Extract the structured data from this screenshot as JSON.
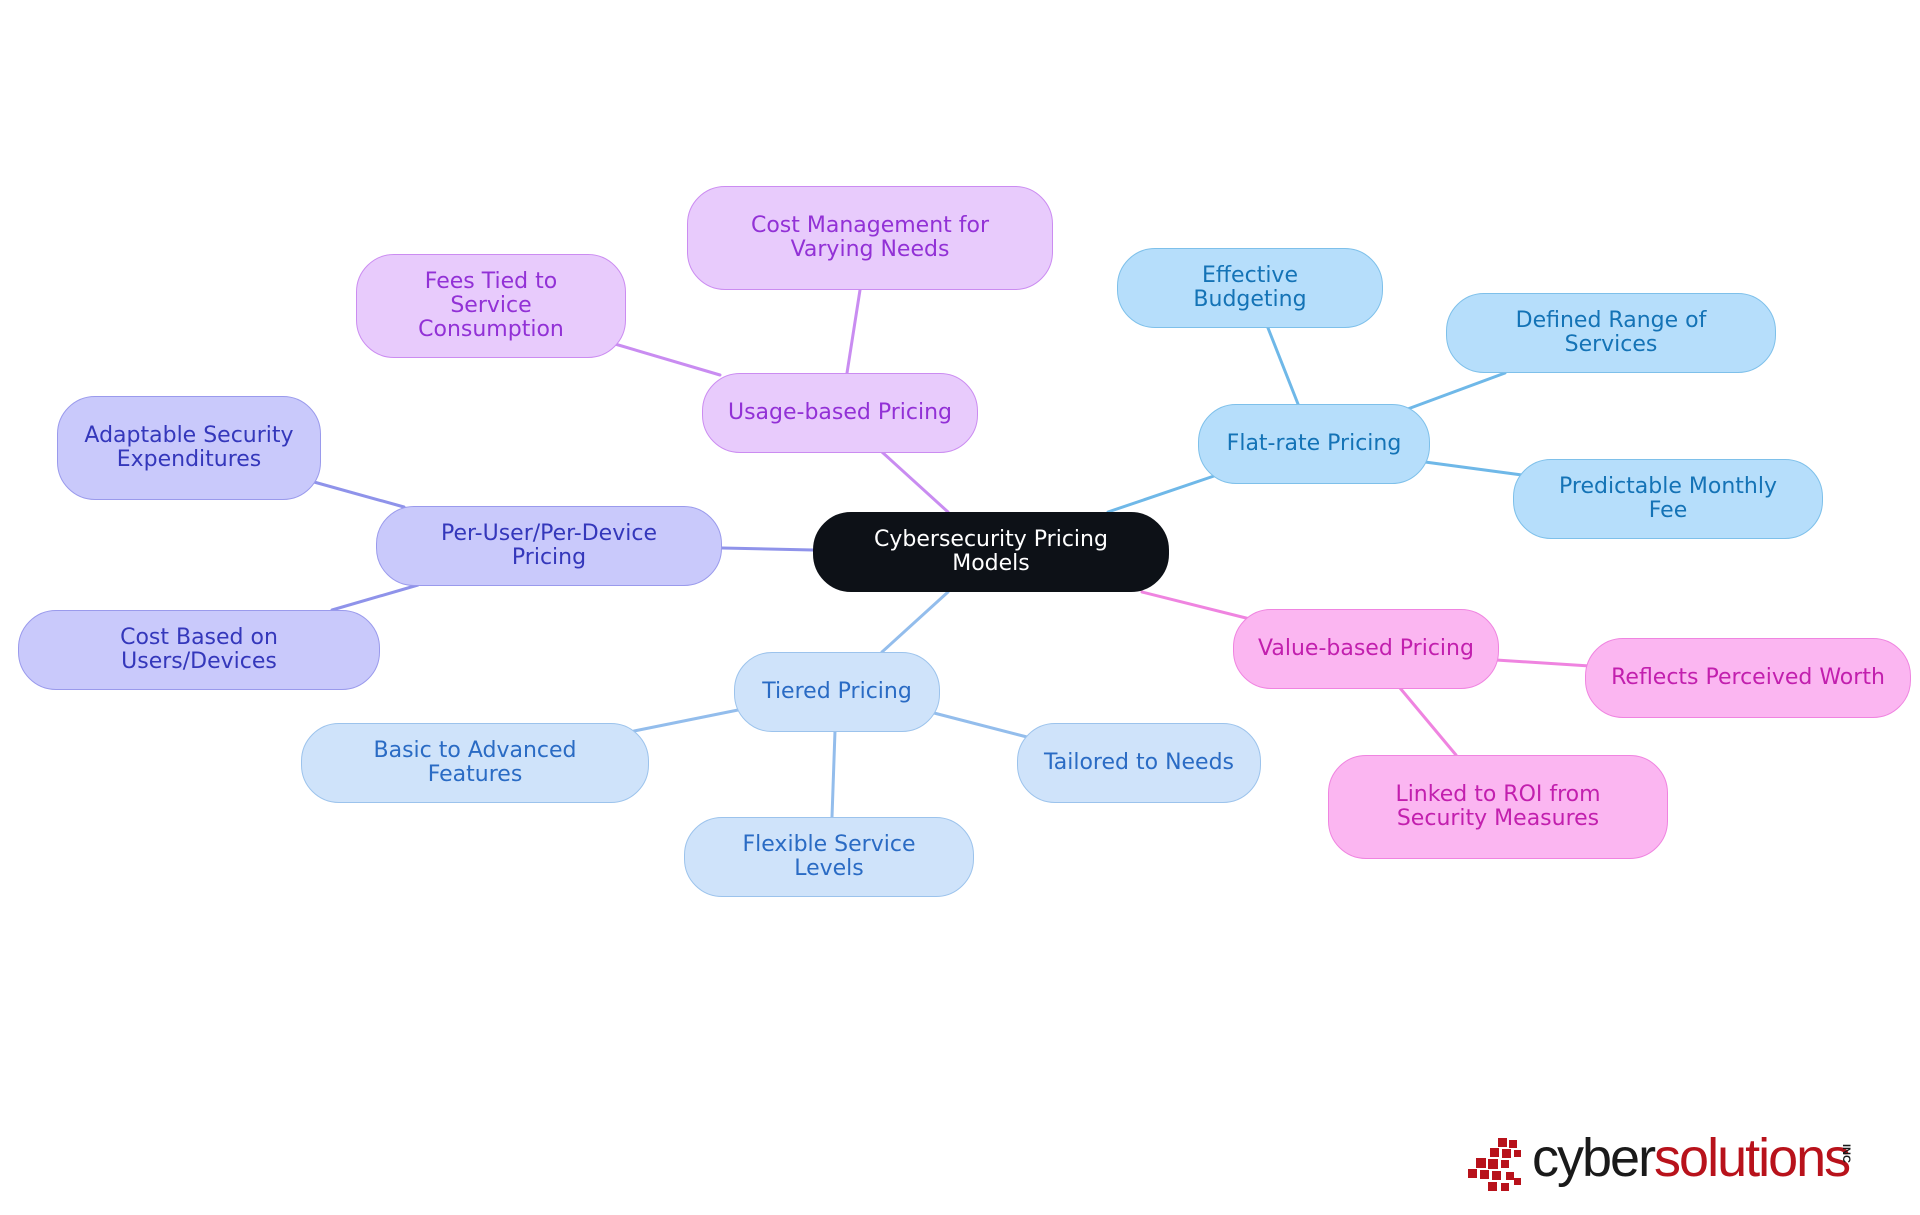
{
  "diagram": {
    "root": {
      "id": "root",
      "label": "Cybersecurity Pricing Models"
    },
    "branches": [
      {
        "id": "usage",
        "label": "Usage-based Pricing",
        "group": "purple",
        "edge_color": "#c98cf1",
        "children": [
          {
            "id": "usage-fees",
            "label": "Fees Tied to Service Consumption"
          },
          {
            "id": "usage-cost",
            "label": "Cost Management for Varying Needs"
          }
        ]
      },
      {
        "id": "flat",
        "label": "Flat-rate Pricing",
        "group": "sky",
        "edge_color": "#6fb8e8",
        "children": [
          {
            "id": "flat-budget",
            "label": "Effective Budgeting"
          },
          {
            "id": "flat-range",
            "label": "Defined Range of Services"
          },
          {
            "id": "flat-fee",
            "label": "Predictable Monthly Fee"
          }
        ]
      },
      {
        "id": "peruser",
        "label": "Per-User/Per-Device Pricing",
        "group": "indigo",
        "edge_color": "#8f93ea",
        "children": [
          {
            "id": "peruser-adapt",
            "label": "Adaptable Security Expenditures"
          },
          {
            "id": "peruser-cost",
            "label": "Cost Based on Users/Devices"
          }
        ]
      },
      {
        "id": "tiered",
        "label": "Tiered Pricing",
        "group": "light",
        "edge_color": "#93bdec",
        "children": [
          {
            "id": "tiered-basic",
            "label": "Basic to Advanced Features"
          },
          {
            "id": "tiered-flex",
            "label": "Flexible Service Levels"
          },
          {
            "id": "tiered-tailored",
            "label": "Tailored to Needs"
          }
        ]
      },
      {
        "id": "value",
        "label": "Value-based Pricing",
        "group": "pink",
        "edge_color": "#ef84e0",
        "children": [
          {
            "id": "value-worth",
            "label": "Reflects Perceived Worth"
          },
          {
            "id": "value-roi",
            "label": "Linked to ROI from Security Measures"
          }
        ]
      }
    ]
  },
  "logo": {
    "part1": "cyber",
    "part2": "solutions",
    "suffix": "INC",
    "color_dark": "#1a1a1a",
    "color_red": "#b8121b"
  }
}
